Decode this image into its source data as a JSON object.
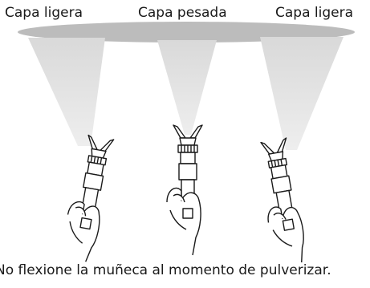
{
  "labels": {
    "left": "Capa ligera",
    "middle": "Capa pesada",
    "right": "Capa ligera"
  },
  "caption": "No flexione la muñeca al momento de pulverizar.",
  "colors": {
    "coat_band": "#bcbcbc",
    "spray_fan": "#dcdcdc",
    "line": "#1a1a1a"
  }
}
